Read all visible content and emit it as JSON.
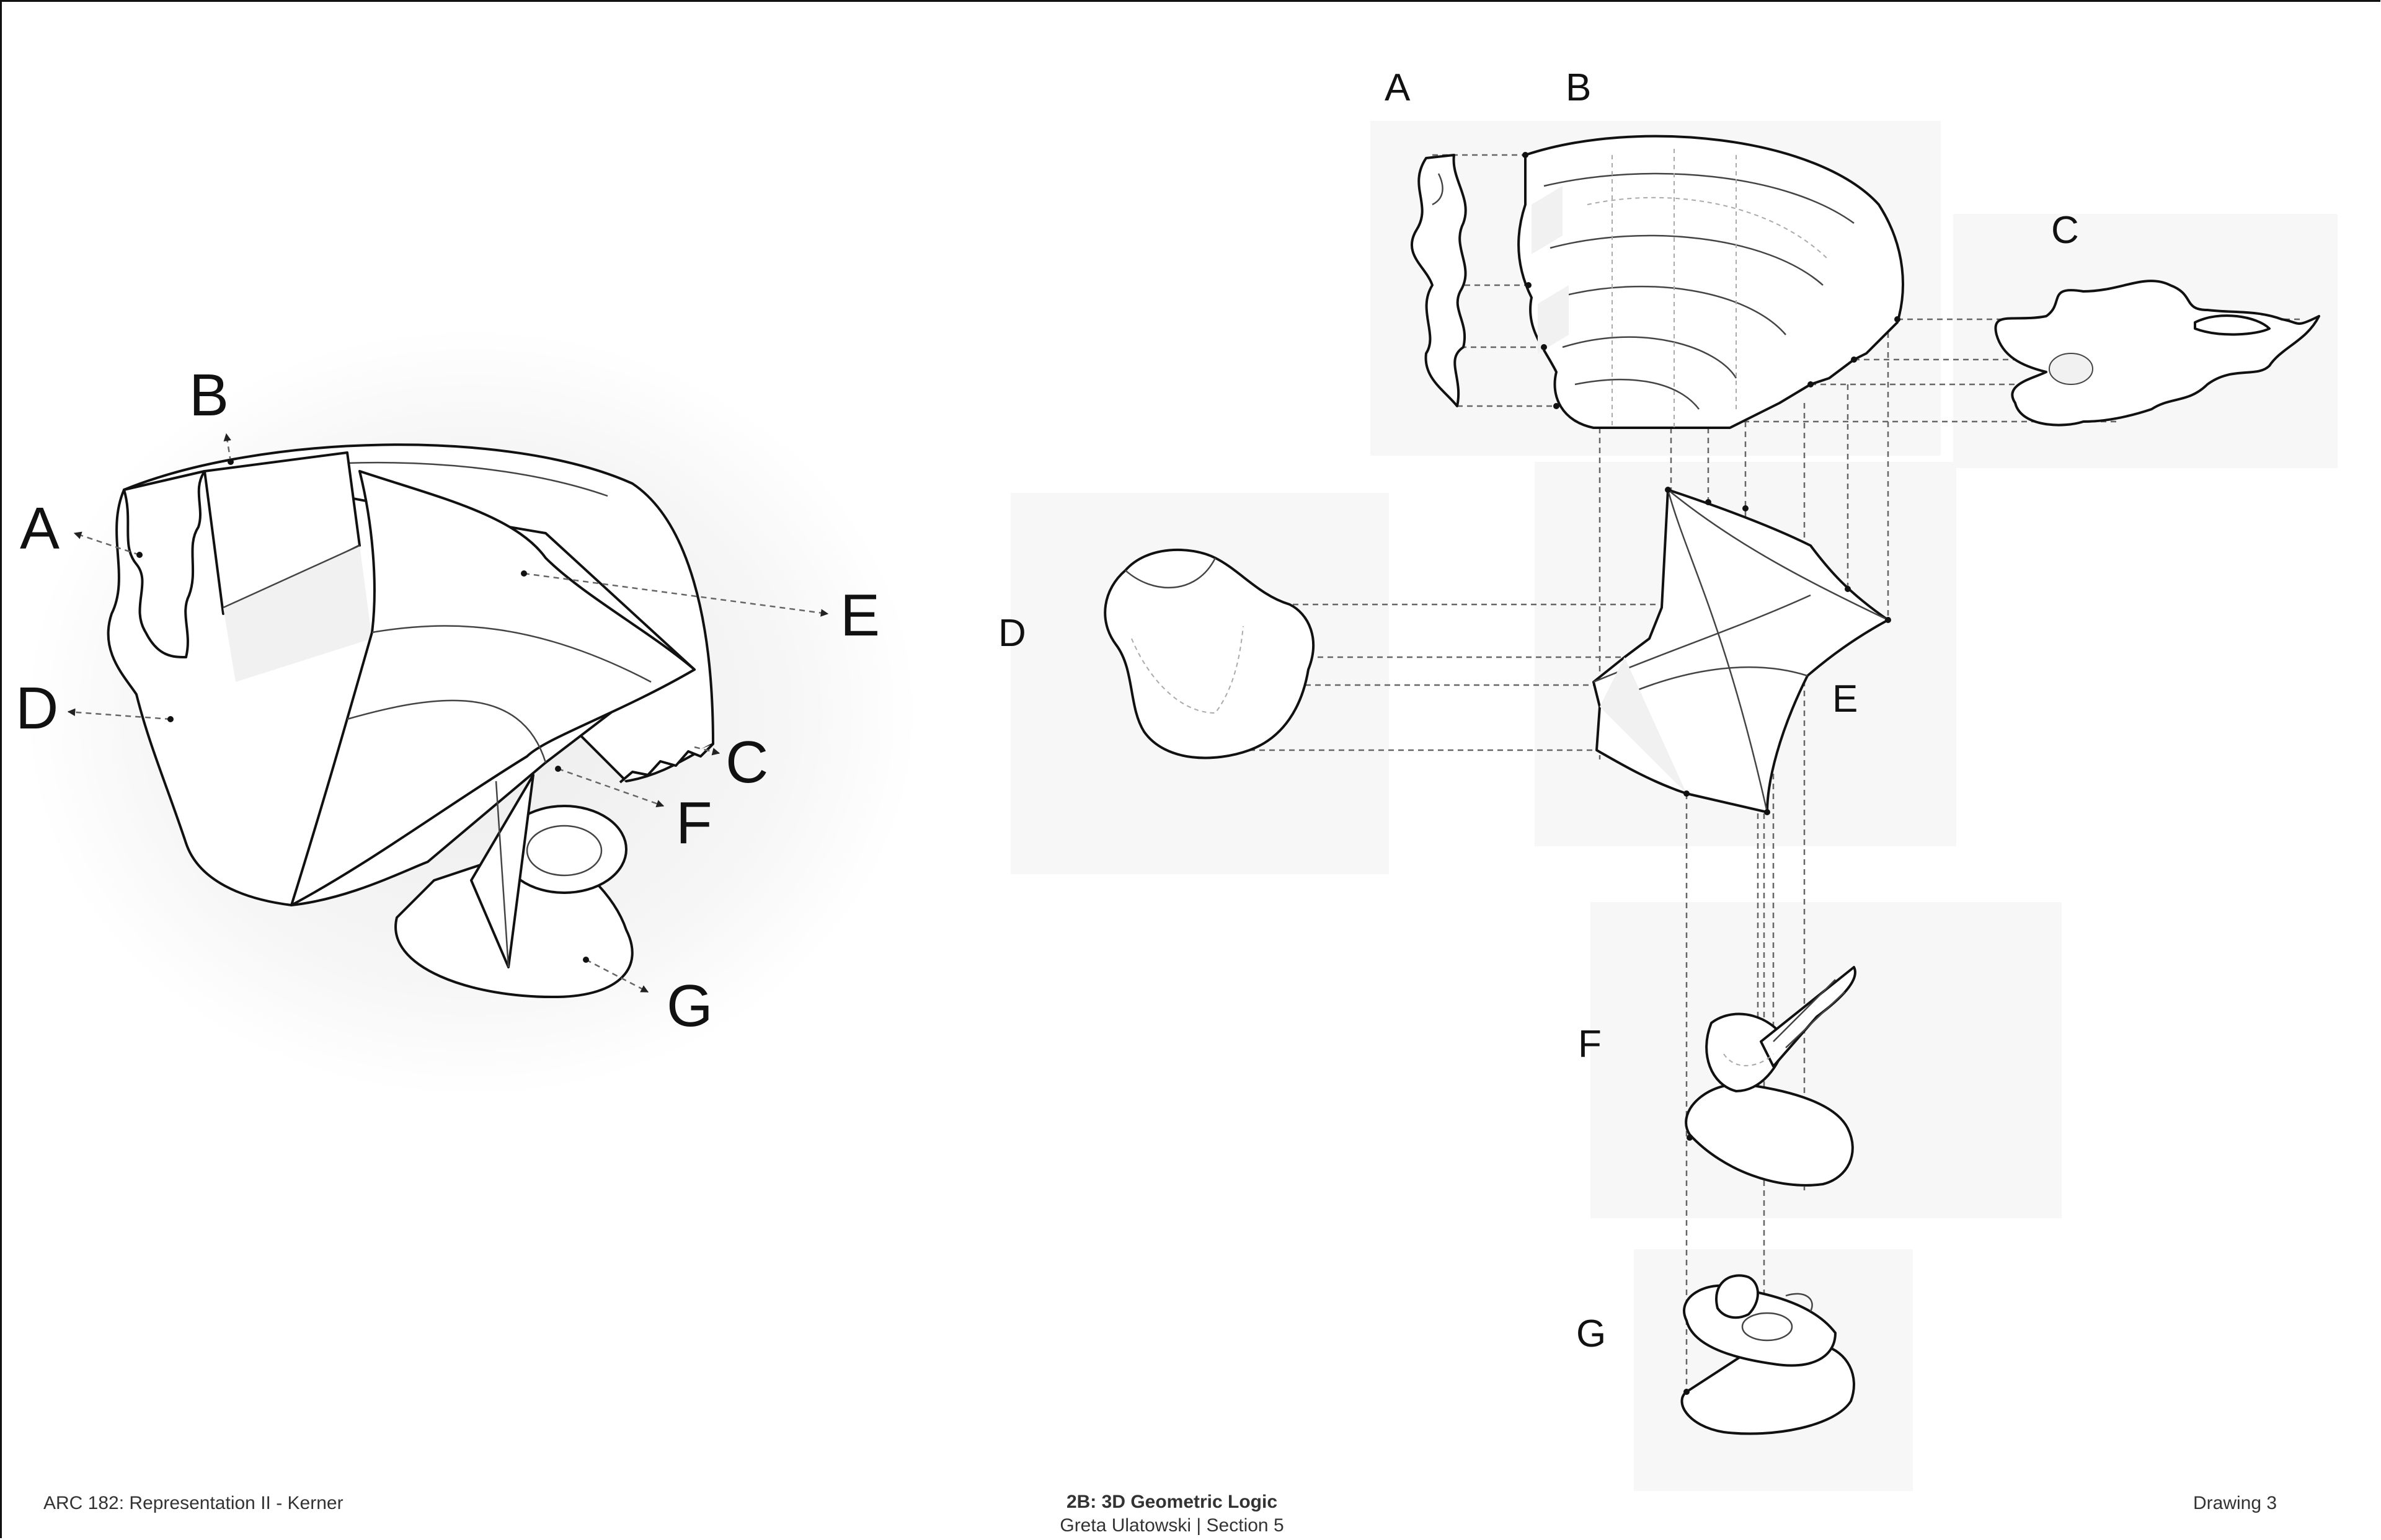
{
  "callouts_assembly": [
    "A",
    "B",
    "C",
    "D",
    "E",
    "F",
    "G"
  ],
  "callouts_exploded": [
    "A",
    "B",
    "C",
    "D",
    "E",
    "F",
    "G"
  ],
  "footer": {
    "course": "ARC 182: Representation II - Kerner",
    "title": "2B: 3D Geometric Logic",
    "author_section": "Greta Ulatowski | Section 5",
    "drawing_number": "Drawing 3"
  }
}
